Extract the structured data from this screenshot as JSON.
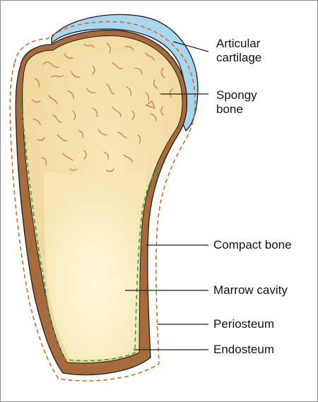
{
  "labels": {
    "articular_cartilage": [
      "Articular",
      "cartilage"
    ],
    "spongy_bone": [
      "Spongy",
      "bone"
    ],
    "compact_bone": "Compact bone",
    "marrow_cavity": "Marrow cavity",
    "periosteum": "Periosteum",
    "endosteum": "Endosteum"
  },
  "colors": {
    "cartilage": "#a9d6ee",
    "spongy_bone": "#f3dfaa",
    "compact_bone": "#a86b3c",
    "marrow": "#fbf0c9",
    "periosteum_dash": "#d46a2a",
    "endosteum_dash": "#3aa04a",
    "trabeculae": "#c77a3a"
  }
}
